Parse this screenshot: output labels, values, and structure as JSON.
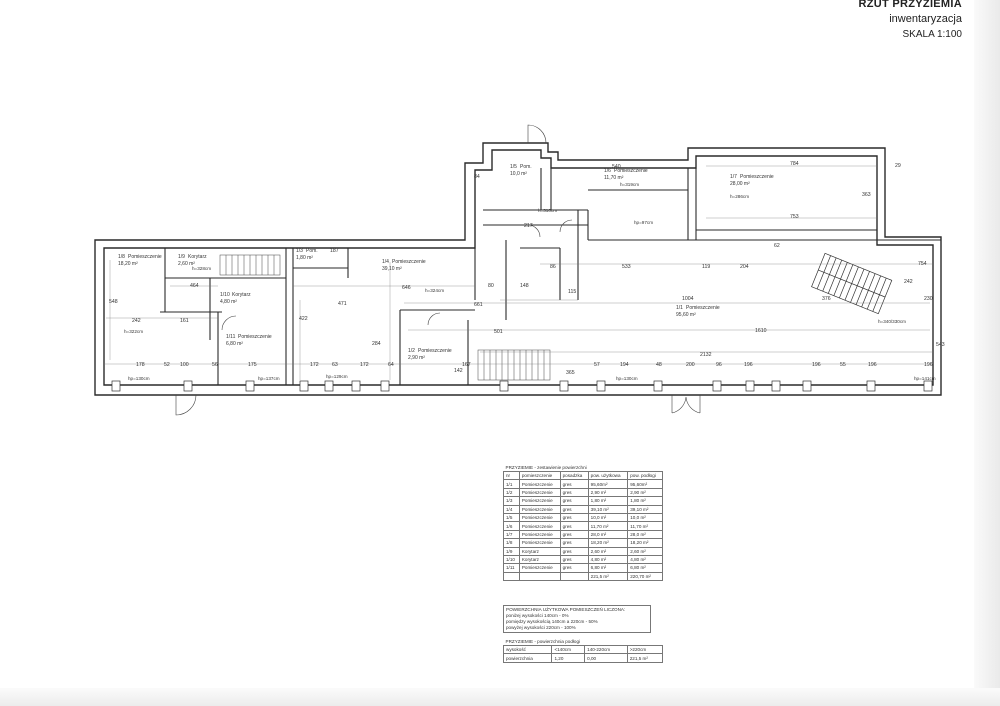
{
  "title": {
    "line1": "RZUT PRZYZIEMIA",
    "line2": "inwentaryzacja",
    "line3": "SKALA 1:100"
  },
  "rooms": [
    {
      "no": "1/8",
      "name": "Pomieszczenie",
      "area": "18,20 m²"
    },
    {
      "no": "1/9",
      "name": "Korytarz",
      "area": "2,60 m²"
    },
    {
      "no": "1/10",
      "name": "Korytarz",
      "area": "4,80 m²"
    },
    {
      "no": "1/11",
      "name": "Pomieszczenie",
      "area": "6,80 m²"
    },
    {
      "no": "1/3",
      "name": "Pom.",
      "area": "1,80 m²"
    },
    {
      "no": "1/4",
      "name": "Pomieszczenie",
      "area": "39,10 m²"
    },
    {
      "no": "1/2",
      "name": "Pomieszczenie",
      "area": "2,90 m²"
    },
    {
      "no": "1/5",
      "name": "Pom.",
      "area": "10,0 m²"
    },
    {
      "no": "1/6",
      "name": "Pomieszczenie",
      "area": "11,70 m²"
    },
    {
      "no": "1/7",
      "name": "Pomieszczenie",
      "area": "28,00 m²"
    },
    {
      "no": "1/1",
      "name": "Pomieszczenie",
      "area": "95,60 m²"
    }
  ],
  "heights": {
    "h_328": "h=328cm",
    "h_324": "h=324cm",
    "h_322": "h=322cm",
    "h_319": "h=319cm",
    "h_286": "h=286cm",
    "h_340": "h=340/330cm",
    "hp_130a": "hp=130cm",
    "hp_137": "hp=137cm",
    "hp_129": "hp=129cm",
    "hp_130b": "hp=130cm",
    "hp_141": "hp=141cm",
    "hp_97": "hp=97cm",
    "h_310": "h=310cm"
  },
  "dims": {
    "d540": "540",
    "d784": "784",
    "d753": "753",
    "d533": "533",
    "d119": "119",
    "d204": "204",
    "d754": "754",
    "d1004": "1004",
    "d1610": "1610",
    "d2132": "2132",
    "d646": "646",
    "d471": "471",
    "d661": "661",
    "d501": "501",
    "d376": "376",
    "d230": "230",
    "d242": "242",
    "d161": "161",
    "d464": "464",
    "d422": "422",
    "d284": "284",
    "d548": "548",
    "d543": "543",
    "d363": "363",
    "d178": "178",
    "d52": "52",
    "d100": "100",
    "d175": "175",
    "d172": "172",
    "d63": "63",
    "d64": "64",
    "d194": "194",
    "d200": "200",
    "d196": "196",
    "d56": "56",
    "d48": "48",
    "d96": "96",
    "d142": "142",
    "d167": "167",
    "d187": "187",
    "d365": "365",
    "d57": "57",
    "d55": "55",
    "d217": "217",
    "d148": "148",
    "d86": "86",
    "d80": "80",
    "d115": "115",
    "d62": "62",
    "d29": "29",
    "d84": "84"
  },
  "table1": {
    "caption": "PRZYZIEMIE - zestawienie powierzchni",
    "columns": [
      "nr",
      "pomieszczenie",
      "posadzka",
      "pow. użytkowa",
      "pow. podłogi"
    ],
    "rows": [
      [
        "1/1",
        "Pomieszczenie",
        "gres",
        "95,60m²",
        "95,60m²"
      ],
      [
        "1/2",
        "Pomieszczenie",
        "gres",
        "2,90 m²",
        "2,90 m²"
      ],
      [
        "1/3",
        "Pomieszczenie",
        "gres",
        "1,80 m²",
        "1,80 m²"
      ],
      [
        "1/4",
        "Pomieszczenie",
        "gres",
        "39,10 m²",
        "39,10 m²"
      ],
      [
        "1/5",
        "Pomieszczenie",
        "gres",
        "10,0 m²",
        "10,0 m²"
      ],
      [
        "1/6",
        "Pomieszczenie",
        "gres",
        "11,70 m²",
        "11,70 m²"
      ],
      [
        "1/7",
        "Pomieszczenie",
        "gres",
        "28,0 m²",
        "28,0 m²"
      ],
      [
        "1/8",
        "Pomieszczenie",
        "gres",
        "18,20 m²",
        "18,20 m²"
      ],
      [
        "1/9",
        "Korytarz",
        "gres",
        "2,60 m²",
        "2,60 m²"
      ],
      [
        "1/10",
        "Korytarz",
        "gres",
        "4,80 m²",
        "4,80 m²"
      ],
      [
        "1/11",
        "Pomieszczenie",
        "gres",
        "6,80 m²",
        "6,80 m²"
      ],
      [
        "",
        "",
        "",
        "221,5 m²",
        "220,70 m²"
      ]
    ]
  },
  "note": {
    "title": "POWIERZCHNIA UŻYTKOWA POMIESZCZEŃ LICZONA:",
    "line1": "poniżej wysokości 140cm - 0%",
    "line2": "pomiędzy wysokością 140cm a 220cm - 50%",
    "line3": "powyżej wysokości 220cm - 100%"
  },
  "table2": {
    "caption": "PRZYZIEMIE - powierzchnia podłogi",
    "header": [
      "wysokość",
      "<140cm",
      "140-220cm",
      ">220cm"
    ],
    "row": [
      "powierzchnia",
      "1,20",
      "0,00",
      "221,5 m²"
    ]
  },
  "colors": {
    "line": "#2a2a2a",
    "thin": "#555555",
    "paper": "#ffffff"
  }
}
